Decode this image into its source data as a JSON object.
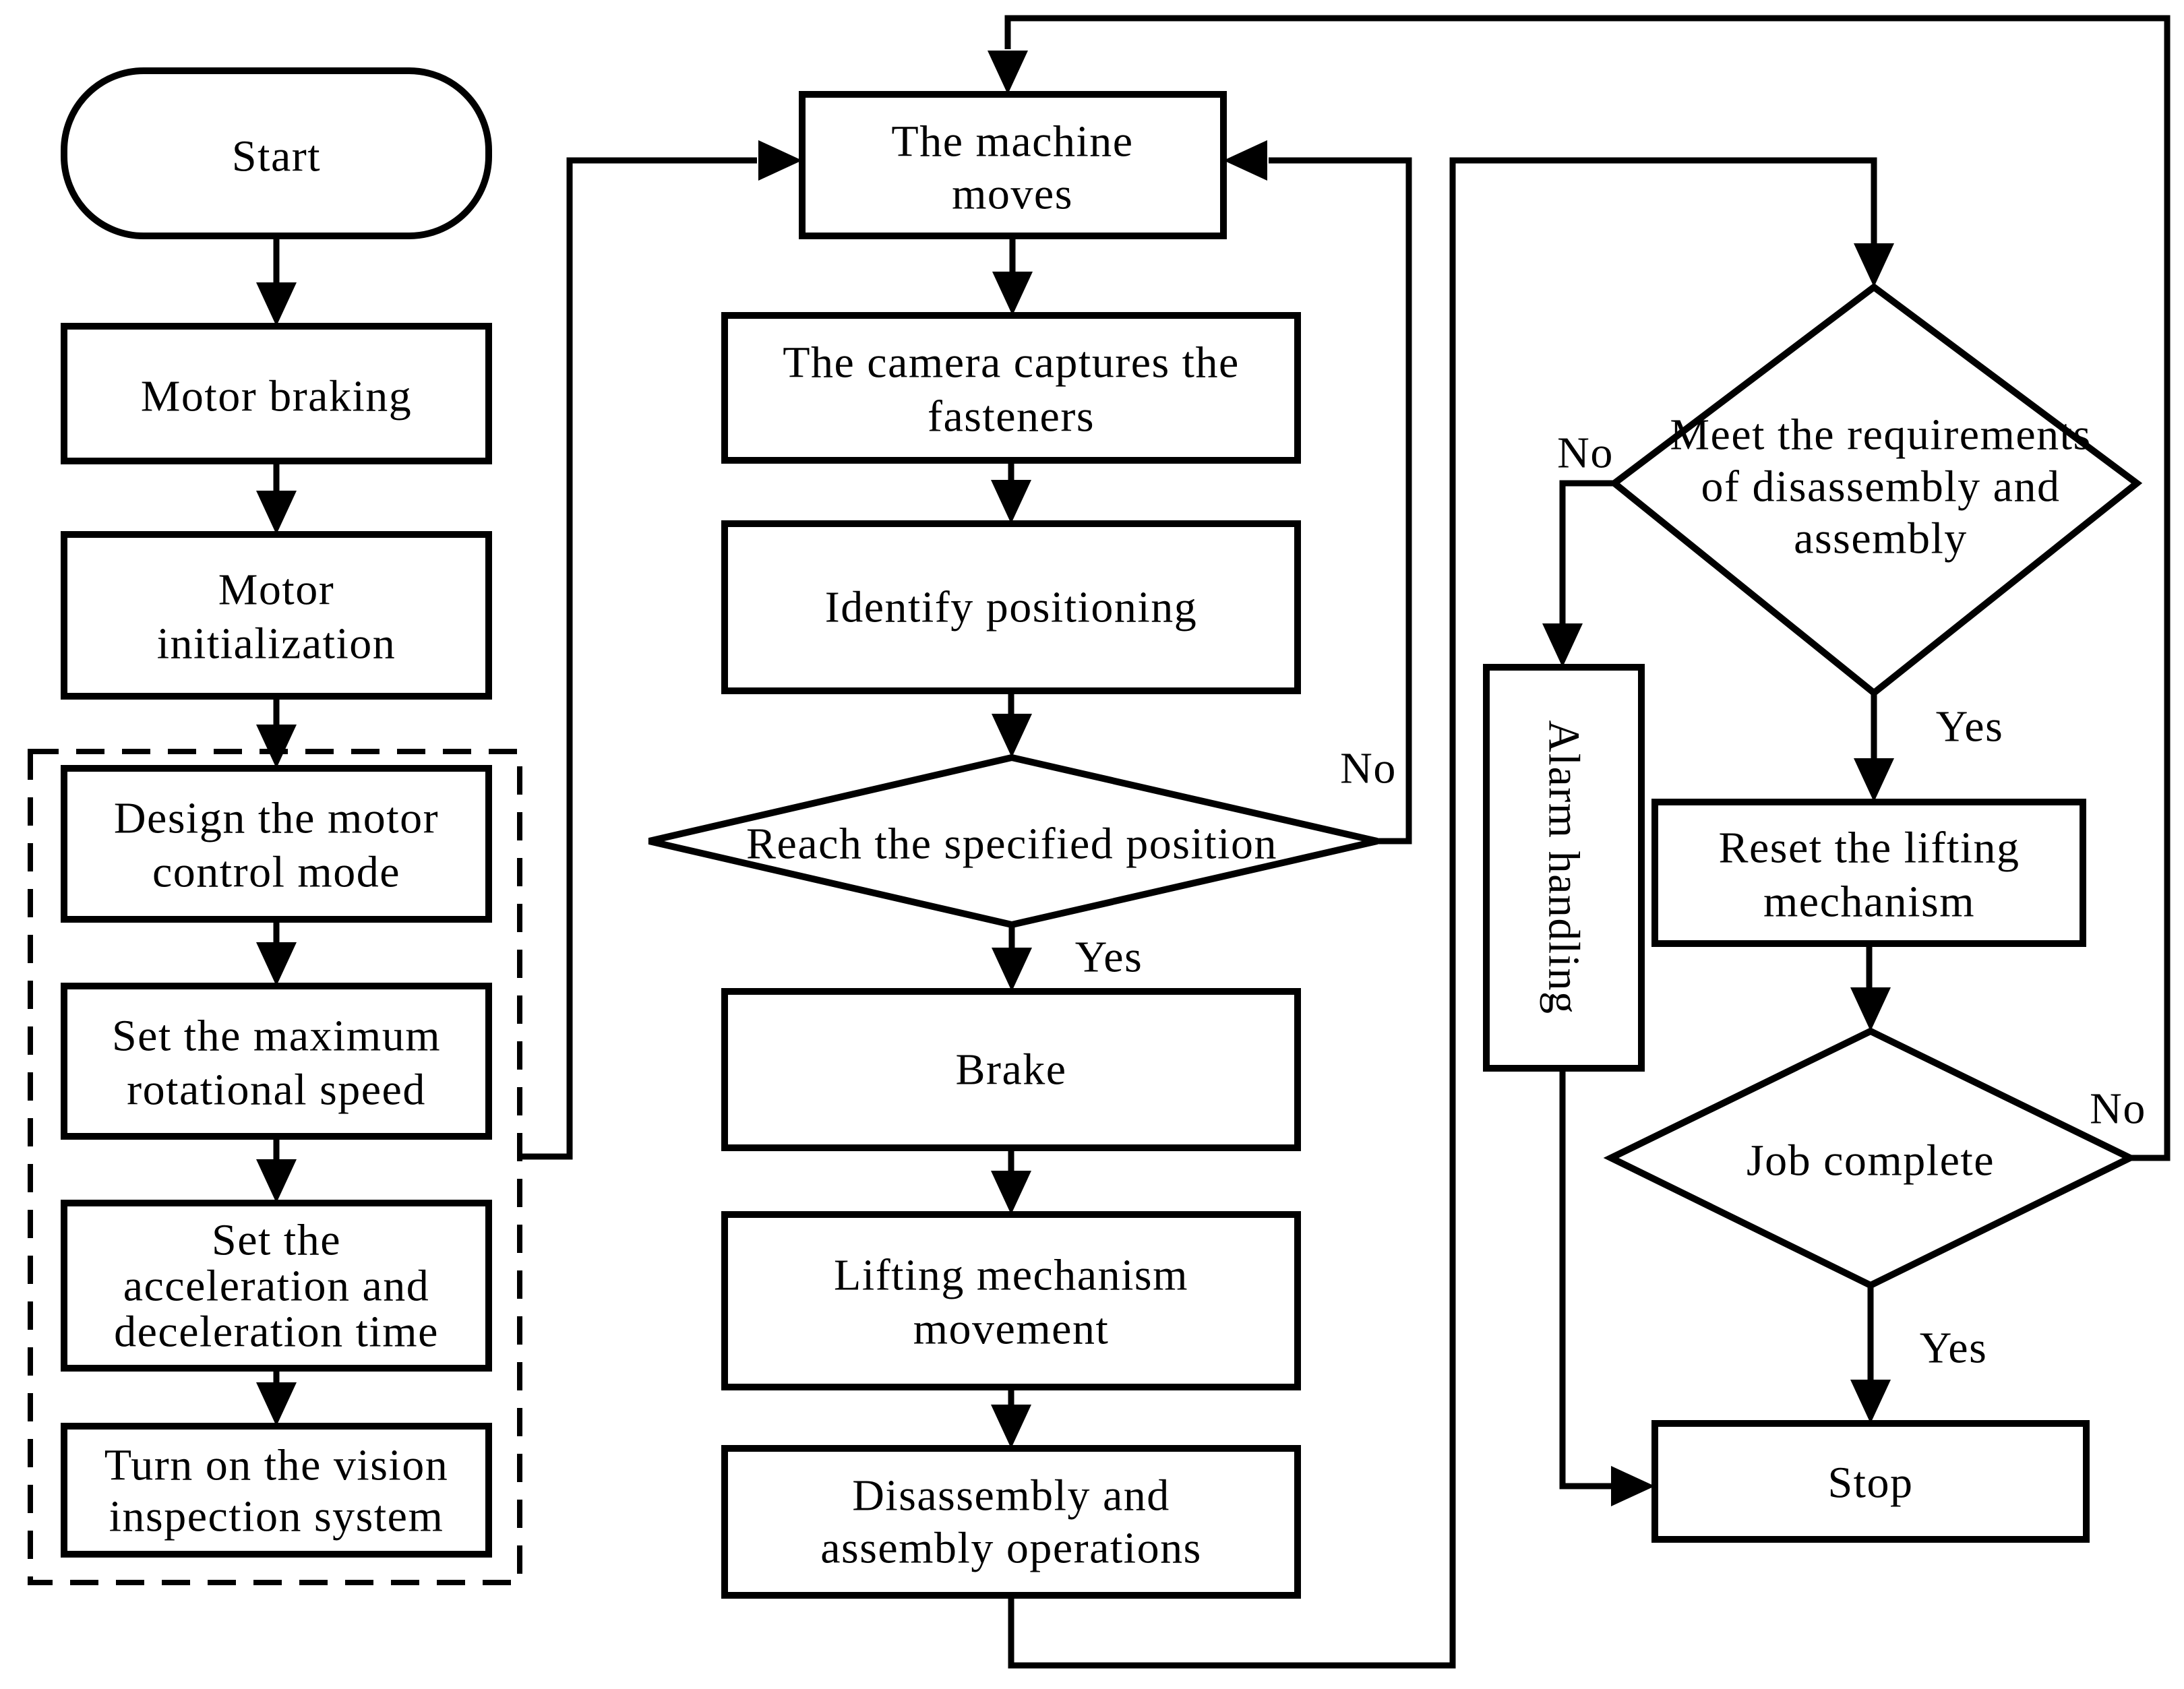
{
  "diagram": {
    "type": "flowchart",
    "colors": {
      "line": "#000000",
      "background": "#ffffff",
      "text": "#000000"
    },
    "nodes": {
      "start": {
        "shape": "terminator",
        "label": "Start"
      },
      "motor_braking": {
        "shape": "process",
        "label": "Motor braking"
      },
      "motor_initialization": {
        "shape": "process",
        "lines": [
          "Motor",
          "initialization"
        ]
      },
      "design_motor_control": {
        "shape": "process",
        "lines": [
          "Design the motor",
          "control mode"
        ]
      },
      "set_max_speed": {
        "shape": "process",
        "lines": [
          "Set the maximum",
          "rotational speed"
        ]
      },
      "set_accel_decel": {
        "shape": "process",
        "lines": [
          "Set the",
          "acceleration and",
          "deceleration time"
        ]
      },
      "turn_on_vision": {
        "shape": "process",
        "lines": [
          "Turn on the vision",
          "inspection system"
        ]
      },
      "machine_moves": {
        "shape": "process",
        "lines": [
          "The machine",
          "moves"
        ]
      },
      "camera_captures": {
        "shape": "process",
        "lines": [
          "The camera captures the",
          "fasteners"
        ]
      },
      "identify_positioning": {
        "shape": "process",
        "label": "Identify positioning"
      },
      "reach_position": {
        "shape": "decision",
        "label": "Reach the specified position"
      },
      "brake": {
        "shape": "process",
        "label": "Brake"
      },
      "lifting_movement": {
        "shape": "process",
        "lines": [
          "Lifting mechanism",
          "movement"
        ]
      },
      "disassembly_ops": {
        "shape": "process",
        "lines": [
          "Disassembly and",
          "assembly operations"
        ]
      },
      "meet_requirements": {
        "shape": "decision",
        "lines": [
          "Meet the requirements",
          "of disassembly and",
          "assembly"
        ]
      },
      "alarm_handling": {
        "shape": "process-vertical-text",
        "label": "Alarm handling"
      },
      "reset_lifting": {
        "shape": "process",
        "lines": [
          "Reset the lifting",
          "mechanism"
        ]
      },
      "job_complete": {
        "shape": "decision",
        "label": "Job complete"
      },
      "stop": {
        "shape": "process",
        "label": "Stop"
      }
    },
    "branch_labels": {
      "reach_yes": "Yes",
      "reach_no": "No",
      "meet_yes": "Yes",
      "meet_no": "No",
      "job_yes": "Yes",
      "job_no": "No"
    }
  }
}
